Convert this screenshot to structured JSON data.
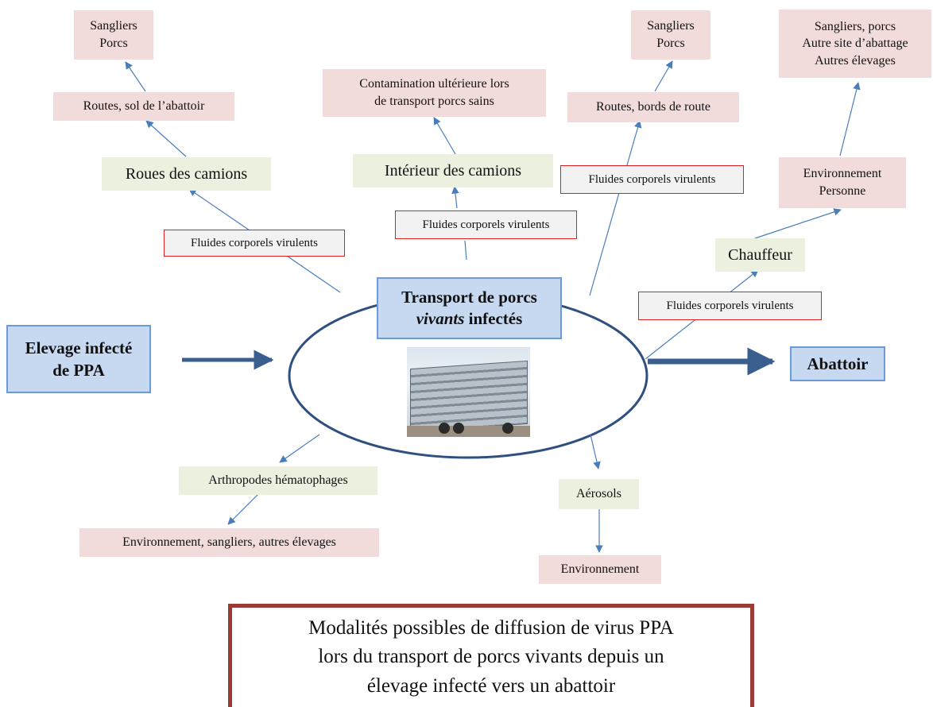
{
  "nodes": {
    "center_line1": "Transport de porcs",
    "center_line2_italic": "vivants",
    "center_line2_rest": " infectés",
    "elevage": "Elevage infecté\nde PPA",
    "abattoir": "Abattoir",
    "roues": "Roues des camions",
    "routes_sol": "Routes, sol de l’abattoir",
    "sangliers_porcs_left": "Sangliers\nPorcs",
    "interieur": "Intérieur des camions",
    "contamination": "Contamination ultérieure lors\nde transport porcs sains",
    "routes_bords": "Routes, bords de route",
    "sangliers_porcs_mid": "Sangliers\nPorcs",
    "sangliers_autres": "Sangliers, porcs\nAutre site d’abattage\nAutres élevages",
    "env_personne": "Environnement\nPersonne",
    "chauffeur": "Chauffeur",
    "arthropodes": "Arthropodes hématophages",
    "env_sangliers": "Environnement, sangliers, autres élevages",
    "aerosols": "Aérosols",
    "environnement": "Environnement",
    "fluides_1": "Fluides corporels virulents",
    "fluides_2": "Fluides corporels virulents",
    "fluides_3": "Fluides corporels virulents",
    "fluides_4": "Fluides corporels virulents"
  },
  "caption": {
    "line1": "Modalités possibles de diffusion de virus PPA",
    "line2": "lors du transport de porcs vivants depuis un",
    "line3": "élevage infecté vers un abattoir"
  },
  "colors": {
    "pink_box": "#f2dcdb",
    "green_box": "#ebf1de",
    "blue_box": "#c6d9f1",
    "red_border": "#e02020",
    "arrow_blue": "#4a7ebb",
    "dark_arrow": "#3a5f8f",
    "ellipse_stroke": "#2f4f7f",
    "caption_border": "#9c3a36"
  }
}
